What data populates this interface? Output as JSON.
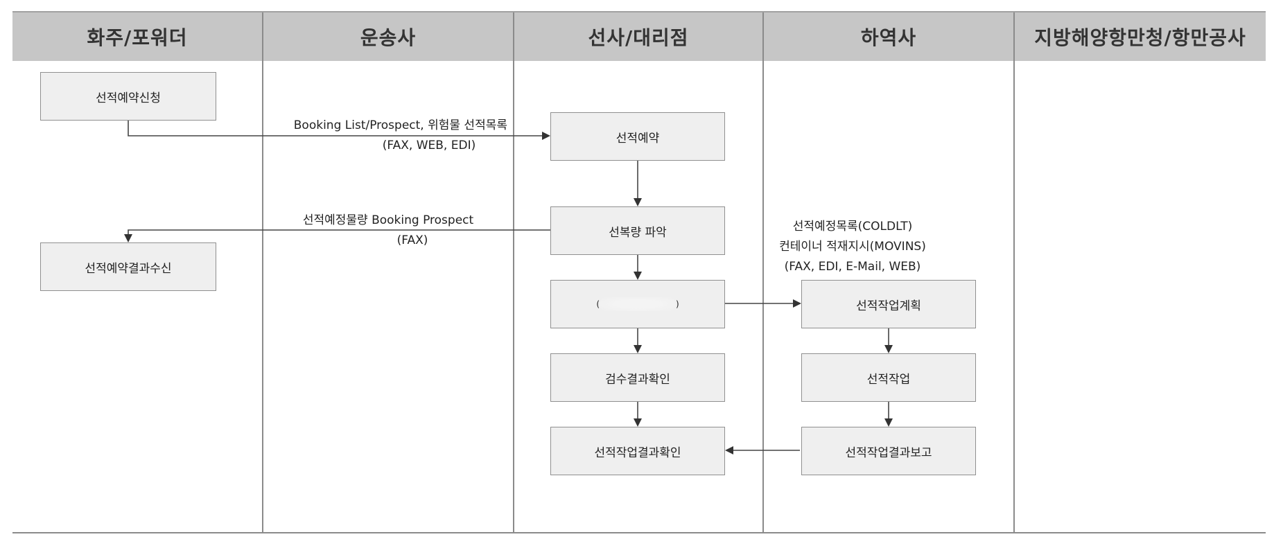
{
  "lanes": [
    "화주/포워더",
    "운송사",
    "선사/대리점",
    "하역사",
    "지방해양항만청/항만공사"
  ],
  "boxes": {
    "shipper_booking_request": "선적예약신청",
    "shipper_booking_result": "선적예약결과수신",
    "carrier_booking": "선적예약",
    "carrier_volume_check": "선복량 파악",
    "carrier_redacted_open": "(",
    "carrier_redacted_close": ")",
    "carrier_inspection_check": "검수결과확인",
    "carrier_loading_result_check": "선적작업결과확인",
    "stevedore_loading_plan": "선적작업계획",
    "stevedore_loading_work": "선적작업",
    "stevedore_loading_report": "선적작업결과보고"
  },
  "flow_labels": {
    "booking_list_line1": "Booking List/Prospect, 위험물 선적목록",
    "booking_list_line2": "(FAX, WEB, EDI)",
    "planned_volume_line1": "선적예정물량 Booking Prospect",
    "planned_volume_line2": "(FAX)",
    "coldlt_line1": "선적예정목록(COLDLT)",
    "coldlt_line2": "컨테이너 적재지시(MOVINS)",
    "coldlt_line3": "(FAX, EDI, E-Mail, WEB)"
  }
}
